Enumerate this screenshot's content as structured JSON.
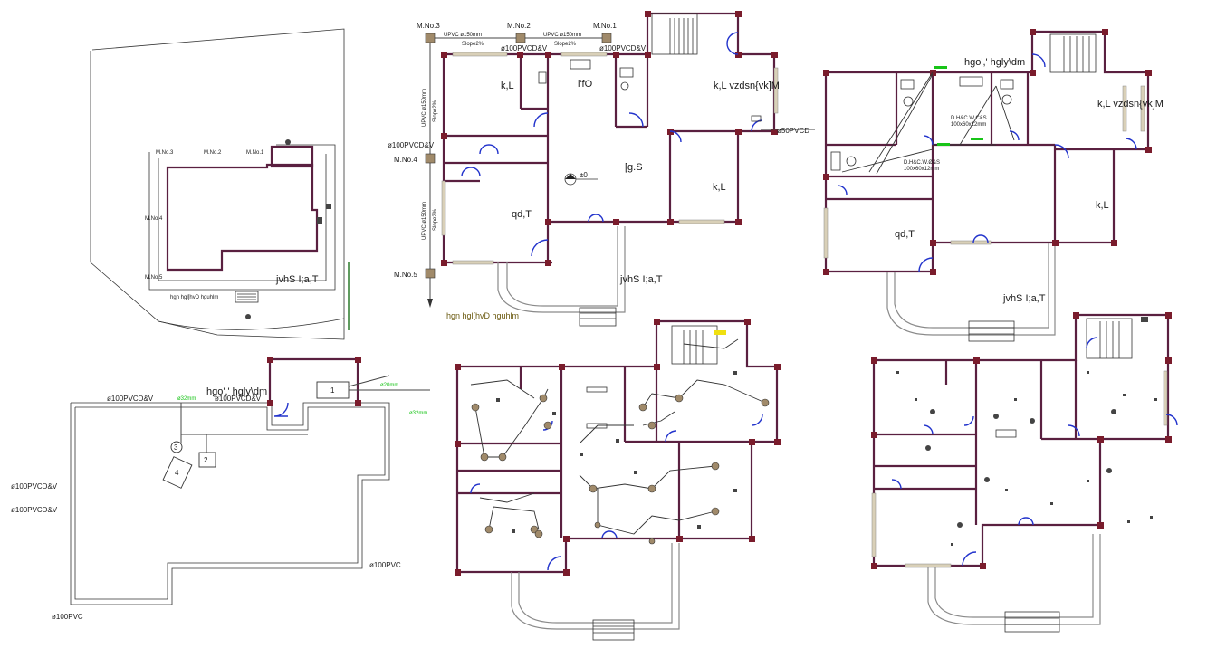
{
  "site_plan": {
    "manholes": [
      "M.No.3",
      "M.No.2",
      "M.No.1",
      "M.No.4",
      "M.No.5"
    ],
    "label_bottom": "jvhS I;a,T",
    "footer_note": "hgn hgl[hvD hguhlm"
  },
  "drainage_plan": {
    "manholes": {
      "m3": "M.No.3",
      "m2": "M.No.2",
      "m1": "M.No.1",
      "m4": "M.No.4",
      "m5": "M.No.5"
    },
    "pipe_labels": {
      "top_left": "UPVC ø150mm",
      "top_left_slope": "Slope2%",
      "top_right": "UPVC ø150mm",
      "top_right_slope": "Slope2%",
      "vent1": "ø100PVCD&V",
      "vent2": "ø100PVCD&V",
      "vent_left": "ø100PVCD&V",
      "vert_upper": "UPVC ø150mm",
      "vert_upper_slope": "Slope2%",
      "vert_lower": "UPVC ø150mm",
      "vert_lower_slope": "Slope2%",
      "outlet": "ø50PVCD"
    },
    "rooms": {
      "bed1": "k,L",
      "bed2": "k,L vzdsn{vk]M",
      "kitchen": "[g.S",
      "bed3": "k,L",
      "dining": "qd,T",
      "lounge": "jvhS I;a,T",
      "store": "l'fO",
      "level": "±0"
    },
    "title": "hgn hgl[hvD hguhlm"
  },
  "water_plan": {
    "title": "hgo',' hgly\\dm",
    "rooms": {
      "bed2": "k,L vzdsn{vk]M",
      "bed3": "k,L",
      "dining": "qd,T",
      "lounge": "jvhS I;a,T"
    },
    "notes": [
      "D.H&C.W.C&S",
      "100x60x12mm",
      "D.H&C.W.Ø&S",
      "100x60x12mm"
    ]
  },
  "roof_drain": {
    "title": "hgo',' hgly\\dm",
    "labels": {
      "l1": "ø100PVCD&V",
      "l2": "ø100PVCD&V",
      "l3": "ø100PVCD&V",
      "l4": "ø100PVCD&V",
      "l5": "ø100PVC",
      "l6": "ø100PVC"
    },
    "tags": [
      "1",
      "2",
      "3",
      "4"
    ],
    "green": [
      "ø32mm",
      "ø20mm",
      "ø32mm"
    ]
  },
  "colors": {
    "wall": "#5a2040",
    "column": "#7a1c2c",
    "door": "#2233cc",
    "green_note": "#18c418",
    "olive_text": "#6b5a10"
  }
}
